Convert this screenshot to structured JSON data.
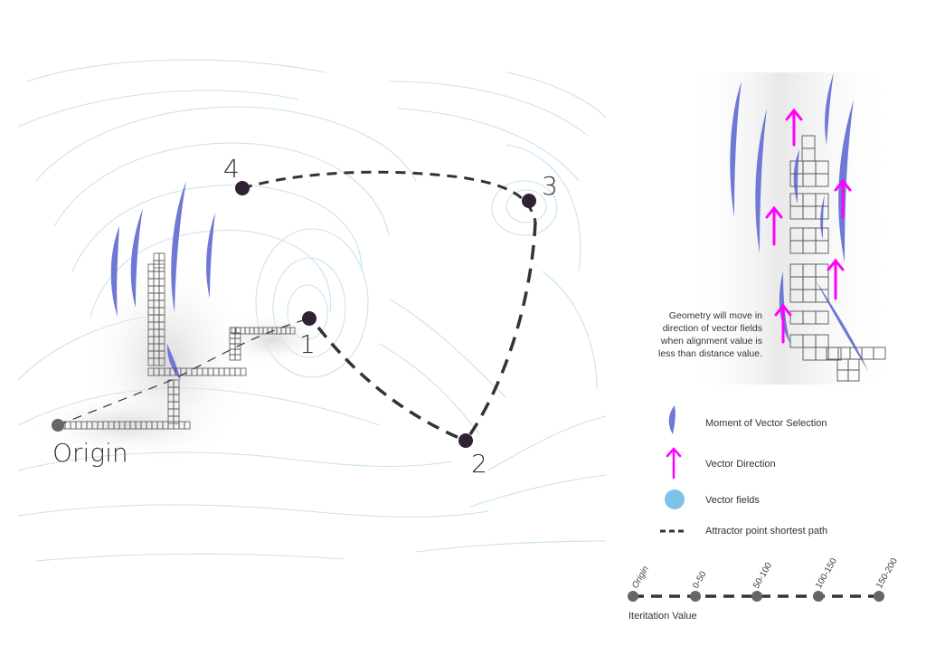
{
  "points": [
    {
      "id": "origin",
      "label": "Origin"
    },
    {
      "id": "p1",
      "label": "1"
    },
    {
      "id": "p2",
      "label": "2"
    },
    {
      "id": "p3",
      "label": "3"
    },
    {
      "id": "p4",
      "label": "4"
    }
  ],
  "note": {
    "lines": [
      "Geometry will move in",
      "direction of vector fields",
      "when alignment value is",
      "less than distance value."
    ]
  },
  "legend": {
    "items": [
      {
        "icon": "vector-selection-icon",
        "label": "Moment of Vector Selection"
      },
      {
        "icon": "vector-direction-arrow-icon",
        "label": "Vector Direction"
      },
      {
        "icon": "vector-field-dot-icon",
        "label": "Vector fields"
      },
      {
        "icon": "dashed-path-icon",
        "label": "Attractor point shortest path"
      }
    ]
  },
  "iteration": {
    "title": "Iteritation Value",
    "stops": [
      "Origin",
      "0-50",
      "50-100",
      "100-150",
      "150-200"
    ]
  },
  "colors": {
    "field_line": "#c9e2f1",
    "selection": "#6f78d6",
    "arrow": "#ff00ff",
    "field_dot": "#7cc3e8",
    "path": "#333333",
    "node": "#2e2233",
    "grid": "#555555"
  }
}
